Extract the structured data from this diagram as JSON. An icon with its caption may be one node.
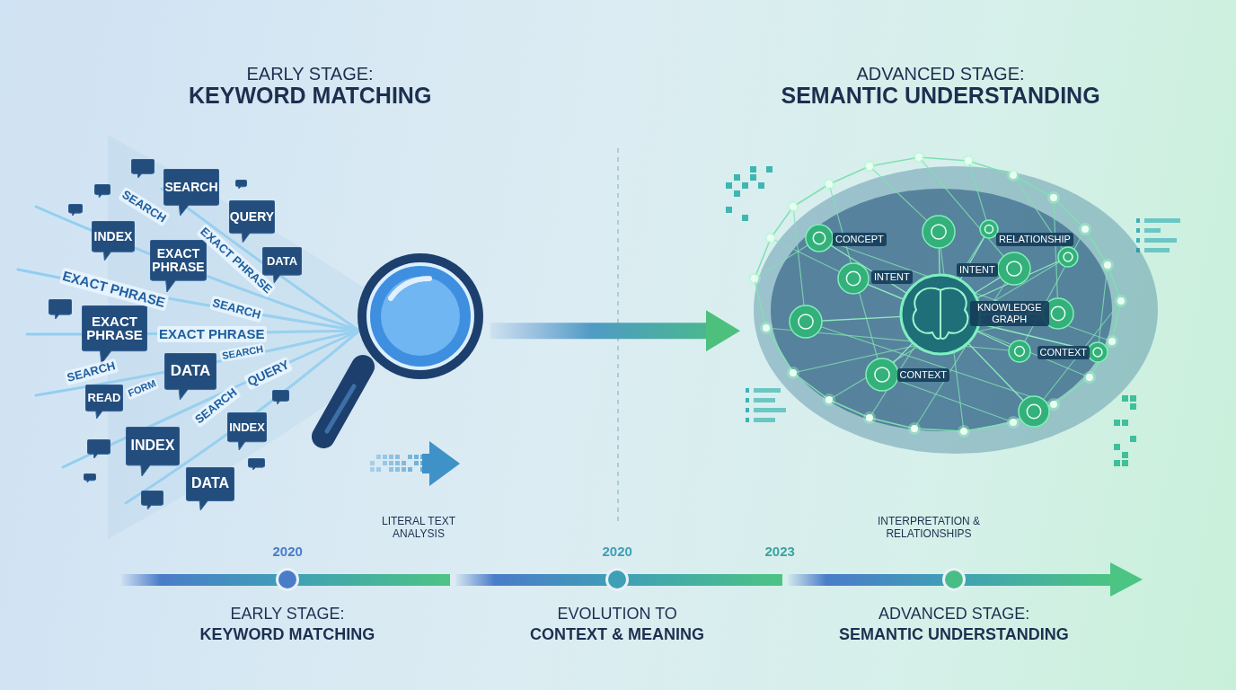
{
  "diagram": {
    "nodes": [
      {
        "text": [],
        "shape": "bubble"
      },
      {
        "text": [
          "SEARCH"
        ]
      },
      {
        "text": [],
        "shape": "bubble"
      },
      {
        "text": [],
        "shape": "bubble"
      },
      {
        "text": [
          "QUERY"
        ]
      },
      {
        "text": [],
        "shape": "bubble"
      },
      {
        "text": [
          "INDEX"
        ]
      },
      {
        "text": [
          "EXACT PHRASE"
        ]
      },
      {
        "text": [
          "DATA"
        ]
      },
      {
        "text": [],
        "shape": "bubble"
      },
      {
        "text": [
          "EXACT PHRASE"
        ]
      },
      {
        "text": [
          "DATA"
        ]
      },
      {
        "text": [
          "READ"
        ]
      },
      {
        "text": [],
        "shape": "bubble"
      },
      {
        "text": [
          "INDEX"
        ]
      },
      {
        "text": [
          "INDEX"
        ]
      },
      {
        "text": [],
        "shape": "bubble"
      },
      {
        "text": [],
        "shape": "bubble"
      },
      {
        "text": [
          "DATA"
        ]
      },
      {
        "text": [],
        "shape": "bubble"
      },
      {
        "text": [],
        "shape": "bubble"
      },
      {
        "text": [],
        "shape": "picture"
      },
      {
        "text": [],
        "shape": "picture"
      }
    ],
    "edges": [
      {
        "from": 21,
        "to": 22,
        "arrow": "to"
      }
    ],
    "labels": [
      "EARLY STAGE:",
      "KEYWORD MATCHING",
      "ADVANCED STAGE:",
      "SEMANTIC UNDERSTANDING",
      "SEARCH",
      "EXACT PHRASE",
      "EXACT PHRASE",
      "SEARCH",
      "EXACT PHRASE",
      "SEARCH",
      "SEARCH",
      "FORM",
      "QUERY",
      "SEARCH",
      "CONCEPT",
      "RELATIONSHIP",
      "INTENT",
      "INTENT",
      "KNOWLEDGE GRAPH",
      "CONTEXT",
      "CONTEXT",
      "LITERAL TEXT ANALYSIS",
      "INTERPRETATION & RELATIONSHIPS",
      "2020",
      "2020",
      "2023",
      "EARLY STAGE:",
      "KEYWORD MATCHING",
      "EVOLUTION TO",
      "CONTEXT & MEANING",
      "ADVANCED STAGE:",
      "SEMANTIC UNDERSTANDING"
    ]
  }
}
